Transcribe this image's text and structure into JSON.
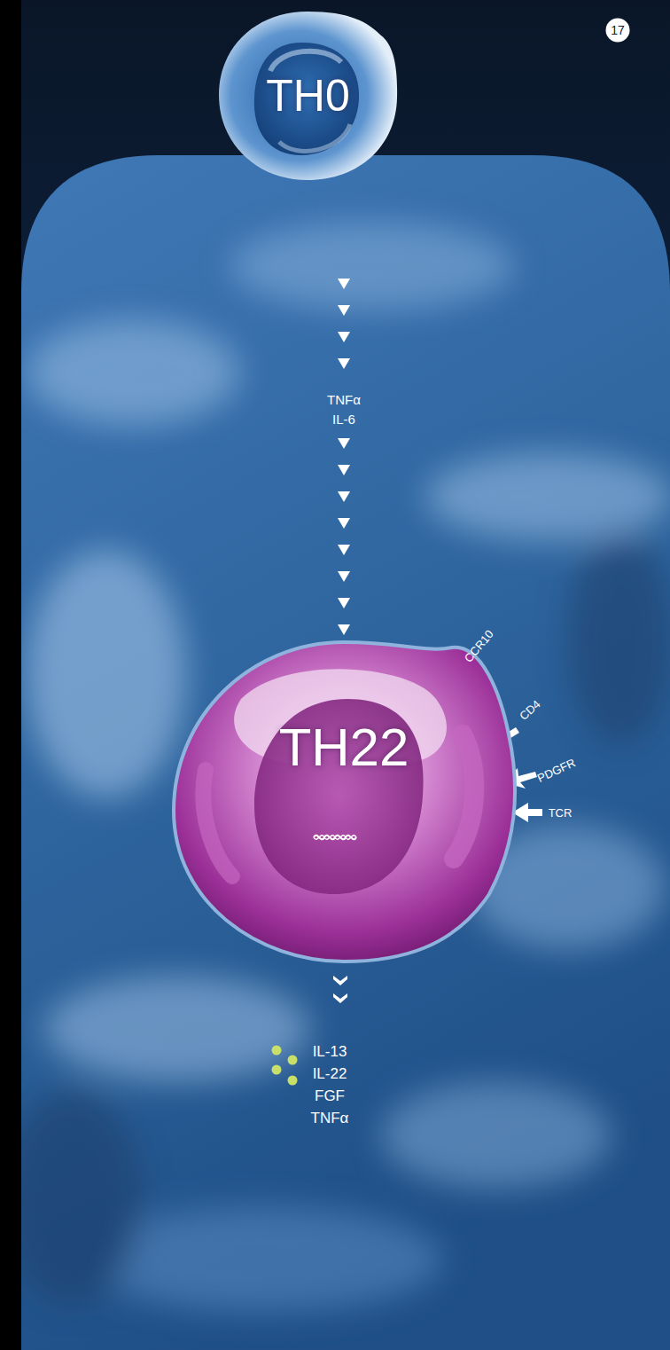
{
  "diagram": {
    "nodes": [
      {
        "text": [
          "TH0"
        ]
      },
      {
        "text": [
          "TH22"
        ]
      },
      {
        "text": [
          "17"
        ]
      }
    ],
    "edges": [
      {
        "from": 0,
        "to": 1,
        "label": "TNFα IL-6",
        "arrow": "to"
      }
    ],
    "labels": [
      "CCR10",
      "CD4",
      "PDGFR",
      "TCR",
      "IL-13",
      "IL-22",
      "FGF",
      "TNFα"
    ]
  }
}
